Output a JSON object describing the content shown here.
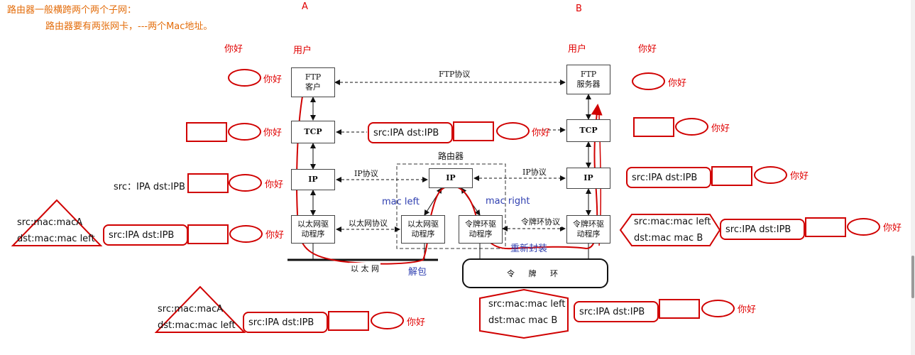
{
  "notes": {
    "line1": "路由器一般横跨两个两个子网：",
    "line2": "路由器要有两张网卡，---两个Mac地址。"
  },
  "hosts": {
    "a_label": "A",
    "b_label": "B",
    "user": "用户",
    "hello": "你好"
  },
  "stack_a": {
    "ftp": [
      "FTP",
      "客户"
    ],
    "tcp": "TCP",
    "ip": "IP",
    "eth": [
      "以太网驱",
      "动程序"
    ]
  },
  "stack_b": {
    "ftp": [
      "FTP",
      "服务器"
    ],
    "tcp": "TCP",
    "ip": "IP",
    "token": [
      "令牌环驱",
      "动程序"
    ]
  },
  "router": {
    "title": "路由器",
    "ip": "IP",
    "eth": [
      "以太网驱",
      "动程序"
    ],
    "token": [
      "令牌环驱",
      "动程序"
    ]
  },
  "protocols": {
    "ftp": "FTP协议",
    "ip_left": "IP协议",
    "ip_right": "IP协议",
    "eth": "以太网协议",
    "token": "令牌环协议",
    "ethernet_net": "以 太 网",
    "token_ring": "令 牌 环"
  },
  "annotations": {
    "mac_left": "mac left",
    "mac_right": "mac right",
    "unpack": "解包",
    "repack": "重新封装"
  },
  "headers": {
    "ip_hdr_1": "src:IPA dst:IPB",
    "ip_hdr_2": "src：IPA dst:IPB",
    "mac_src_a": "src:mac:macA",
    "mac_dst_left": "dst:mac:mac left",
    "mac_src_left": "src:mac:mac left",
    "mac_dst_b": "dst:mac mac B"
  },
  "colors": {
    "annotation_red": "#d00000",
    "note_orange": "#e36c0a",
    "note_blue": "#2f3fb0"
  }
}
